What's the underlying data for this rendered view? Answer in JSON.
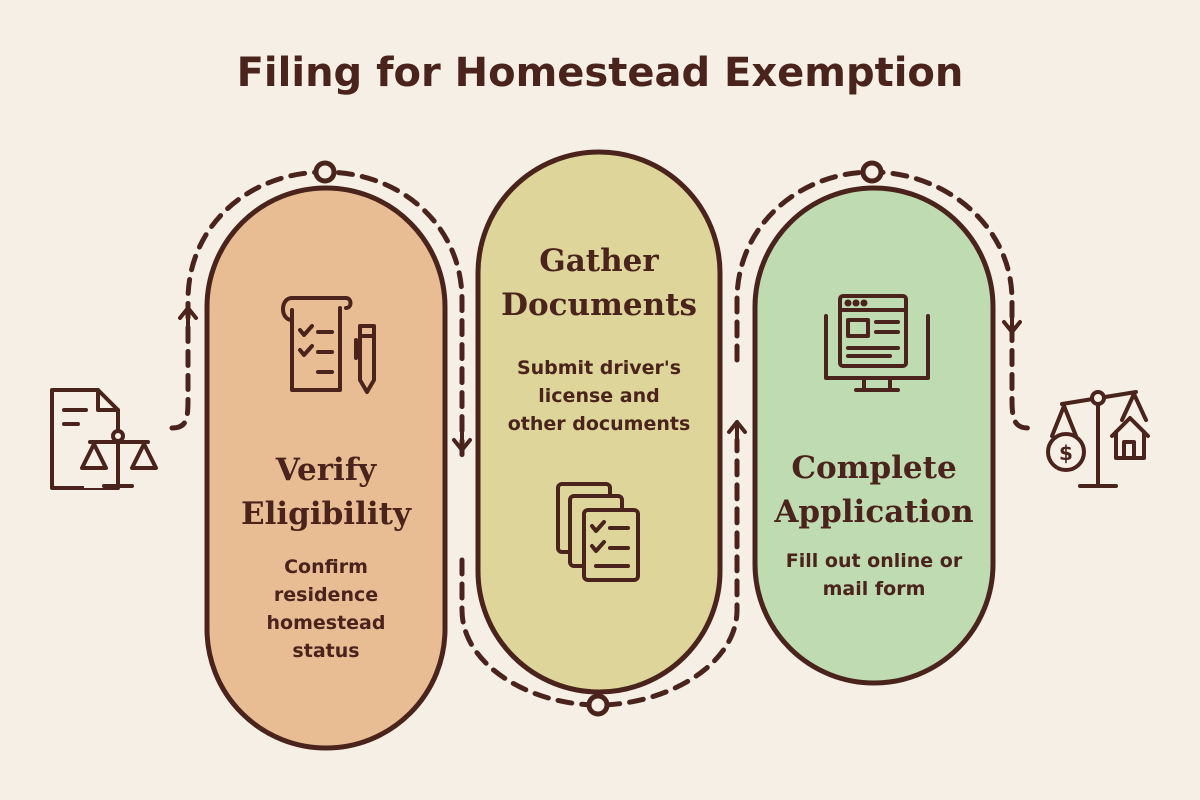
{
  "title": "Filing for Homestead Exemption",
  "colors": {
    "background": "#f5efe6",
    "ink": "#4a241c",
    "stage_1_fill": "#e8bd94",
    "stage_2_fill": "#ddd59a",
    "stage_3_fill": "#bfdbb2"
  },
  "start_icon": "document-with-scales-icon",
  "end_icon": "scales-money-house-icon",
  "stages": [
    {
      "title_line1": "Verify",
      "title_line2": "Eligibility",
      "description": [
        "Confirm",
        "residence",
        "homestead",
        "status"
      ],
      "icon": "checklist-scroll-pen-icon"
    },
    {
      "title_line1": "Gather",
      "title_line2": "Documents",
      "description": [
        "Submit driver's",
        "license and",
        "other documents"
      ],
      "icon": "stacked-documents-icon"
    },
    {
      "title_line1": "Complete",
      "title_line2": "Application",
      "description": [
        "Fill out online or",
        "mail form"
      ],
      "icon": "computer-monitor-icon"
    }
  ]
}
